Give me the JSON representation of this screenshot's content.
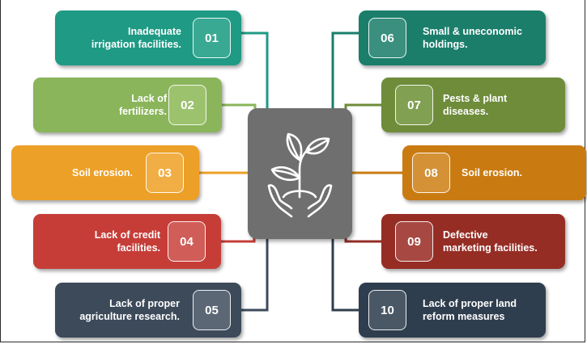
{
  "items": [
    {
      "number": "01",
      "line1": "Inadequate",
      "line2": "irrigation facilities.",
      "color": "#1f9a84",
      "numbox": "#3aa993"
    },
    {
      "number": "02",
      "line1": "Lack of",
      "line2": "fertilizers.",
      "color": "#8ab55a",
      "numbox": "#9cc26d"
    },
    {
      "number": "03",
      "line1": "Soil erosion.",
      "line2": "",
      "color": "#eda027",
      "numbox": "#f1ae44"
    },
    {
      "number": "04",
      "line1": "Lack of credit",
      "line2": "facilities.",
      "color": "#c63d38",
      "numbox": "#d05d58"
    },
    {
      "number": "05",
      "line1": "Lack of proper",
      "line2": "agriculture research.",
      "color": "#3c4a5a",
      "numbox": "#5b6775"
    },
    {
      "number": "06",
      "line1": "Small & uneconomic",
      "line2": "holdings.",
      "color": "#1b7e6b",
      "numbox": "#3a8f7e"
    },
    {
      "number": "07",
      "line1": "Pests & plant",
      "line2": "diseases.",
      "color": "#6e8c3a",
      "numbox": "#82a052"
    },
    {
      "number": "08",
      "line1": "Soil erosion.",
      "line2": "",
      "color": "#c97b12",
      "numbox": "#d49136"
    },
    {
      "number": "09",
      "line1": "Defective",
      "line2": "marketing facilities.",
      "color": "#962d25",
      "numbox": "#a74942"
    },
    {
      "number": "10",
      "line1": "Lack of proper land",
      "line2": "reform measures",
      "color": "#2f3e4e",
      "numbox": "#4a5866"
    }
  ],
  "center_icon": "plant-in-hands-icon",
  "center_color": "#6f6f6f"
}
